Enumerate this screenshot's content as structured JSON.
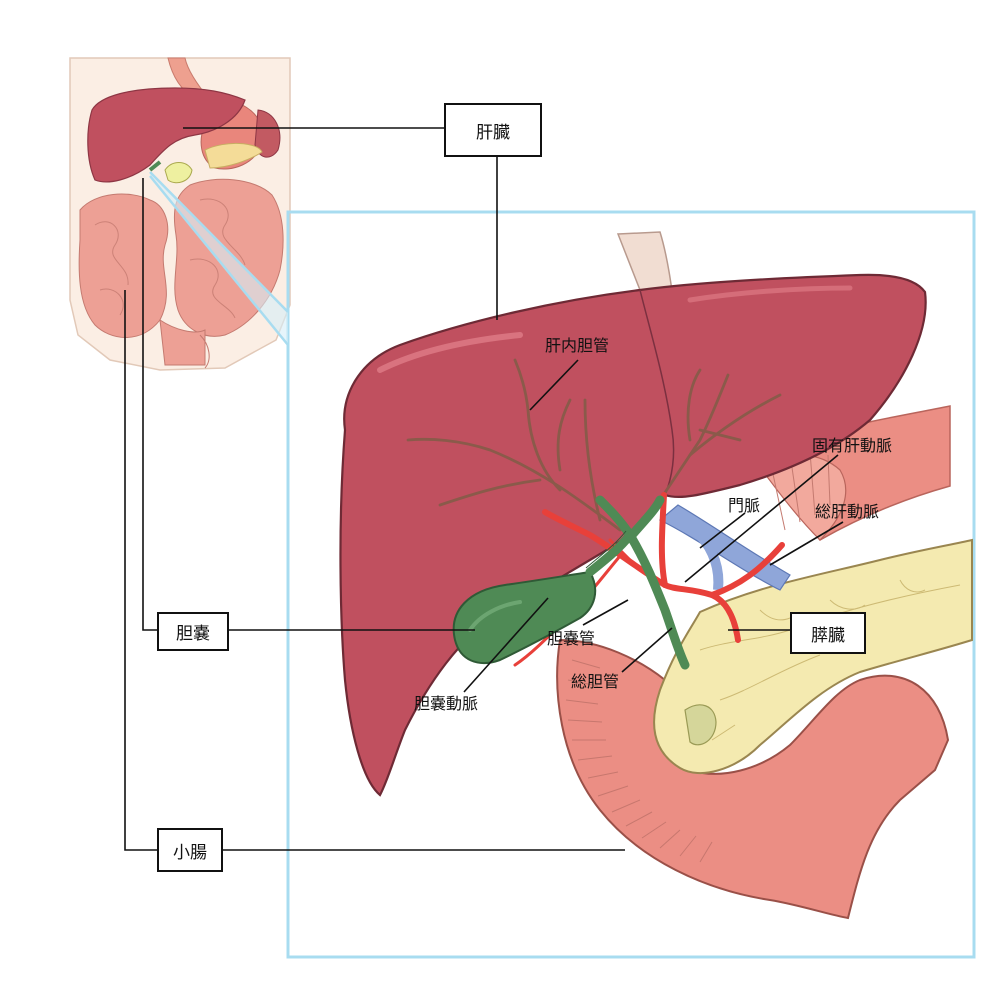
{
  "labels": {
    "liver": "肝臓",
    "gallbladder": "胆嚢",
    "small_intestine": "小腸",
    "pancreas": "膵臓",
    "intrahepatic_bile_duct": "肝内胆管",
    "proper_hepatic_artery": "固有肝動脈",
    "portal_vein": "門脈",
    "common_hepatic_artery": "総肝動脈",
    "cystic_duct": "胆嚢管",
    "cystic_artery": "胆嚢動脈",
    "common_bile_duct": "総胆管"
  },
  "colors": {
    "liver": "#c0505f",
    "liver_dark": "#8e3644",
    "bile_duct": "#8a5a4a",
    "gallbladder": "#4f8a55",
    "artery": "#e8403a",
    "portal_vein": "#8fa6d9",
    "pancreas": "#f4eab0",
    "intestine": "#eb8e84",
    "frame": "#a8dcf0",
    "skin": "#fbeee4"
  }
}
